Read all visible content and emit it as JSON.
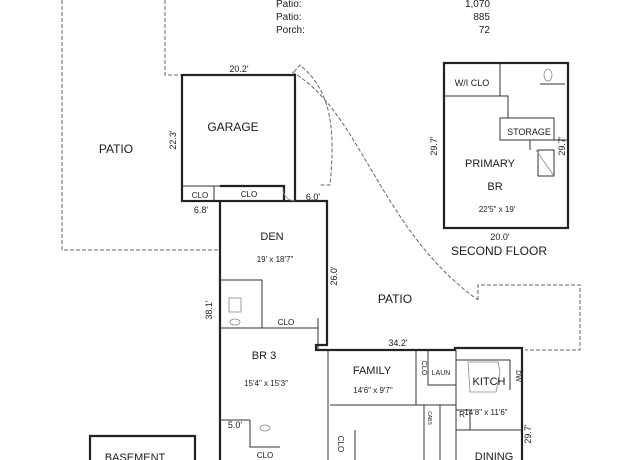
{
  "area_table": [
    {
      "label": "Patio:",
      "value": "1,070"
    },
    {
      "label": "Patio:",
      "value": "885"
    },
    {
      "label": "Porch:",
      "value": "72"
    }
  ],
  "rooms": {
    "garage": "GARAGE",
    "patio_left": "PATIO",
    "patio_right": "PATIO",
    "den": "DEN",
    "den_size": "19' x 18'7\"",
    "br3": "BR 3",
    "br3_size": "15'4\" x 15'3\"",
    "family": "FAMILY",
    "family_size": "14'6\" x 9'7\"",
    "kitchen": "KITCH",
    "kitchen_size": "14'8\" x 11'6\"",
    "laundry": "LAUN",
    "dining": "DINING",
    "basement": "BASEMENT",
    "primary": "PRIMARY",
    "primary_br": "BR",
    "primary_size": "22'5\" x 19'",
    "wic": "W/I CLO",
    "storage": "STORAGE",
    "second_floor": "SECOND FLOOR"
  },
  "closets": {
    "garage_clo": "CLO",
    "den_top_clo": "CLO",
    "den_clo": "CLO",
    "family_clo": "CLO",
    "br3_bottom_clo": "CLO",
    "lower_clo": "CLO",
    "dw": "DW",
    "r": "R",
    "cabs": "CABS"
  },
  "dims": {
    "garage_width": "20.2'",
    "garage_height": "22.3'",
    "garage_offset": "6.8'",
    "den_offset": "6.0'",
    "den_depth": "26.0'",
    "house_height": "38.1'",
    "family_width": "34.2'",
    "kitchen_depth": "29.7'",
    "br3_offset": "5.0'",
    "primary_left": "29.7'",
    "primary_right": "29.7'",
    "primary_width": "20.0'"
  }
}
